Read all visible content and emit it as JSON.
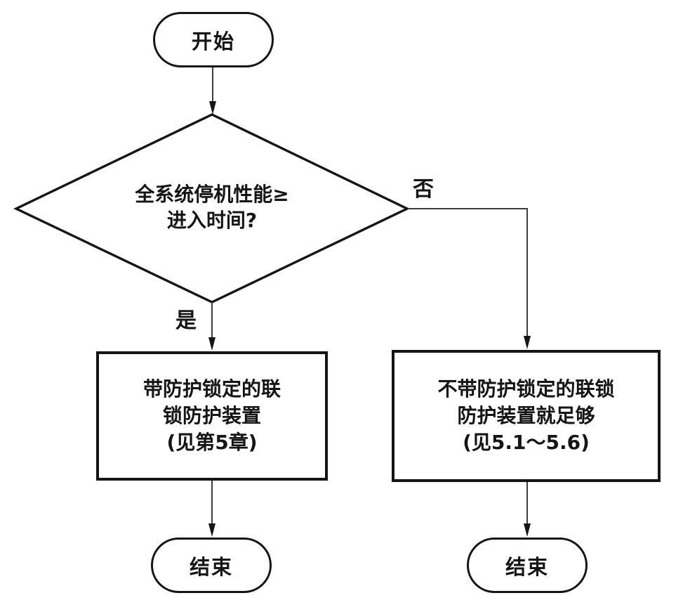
{
  "flowchart": {
    "title_hint": "interlocking-guard-selection-flowchart",
    "start": {
      "label": "开始"
    },
    "decision": {
      "label": "全系统停机性能≥\n进入时间?"
    },
    "edges": {
      "yes_label": "是",
      "no_label": "否"
    },
    "yes_box": {
      "label": "带防护锁定的联\n锁防护装置\n(见第5章)"
    },
    "no_box": {
      "label": "不带防护锁定的联锁\n防护装置就足够\n(见5.1～5.6)"
    },
    "end_left": {
      "label": "结束"
    },
    "end_right": {
      "label": "结束"
    }
  },
  "colors": {
    "shape_stroke": "#151515",
    "connector_stroke": "#3d3d3d",
    "background": "#ffffff"
  }
}
